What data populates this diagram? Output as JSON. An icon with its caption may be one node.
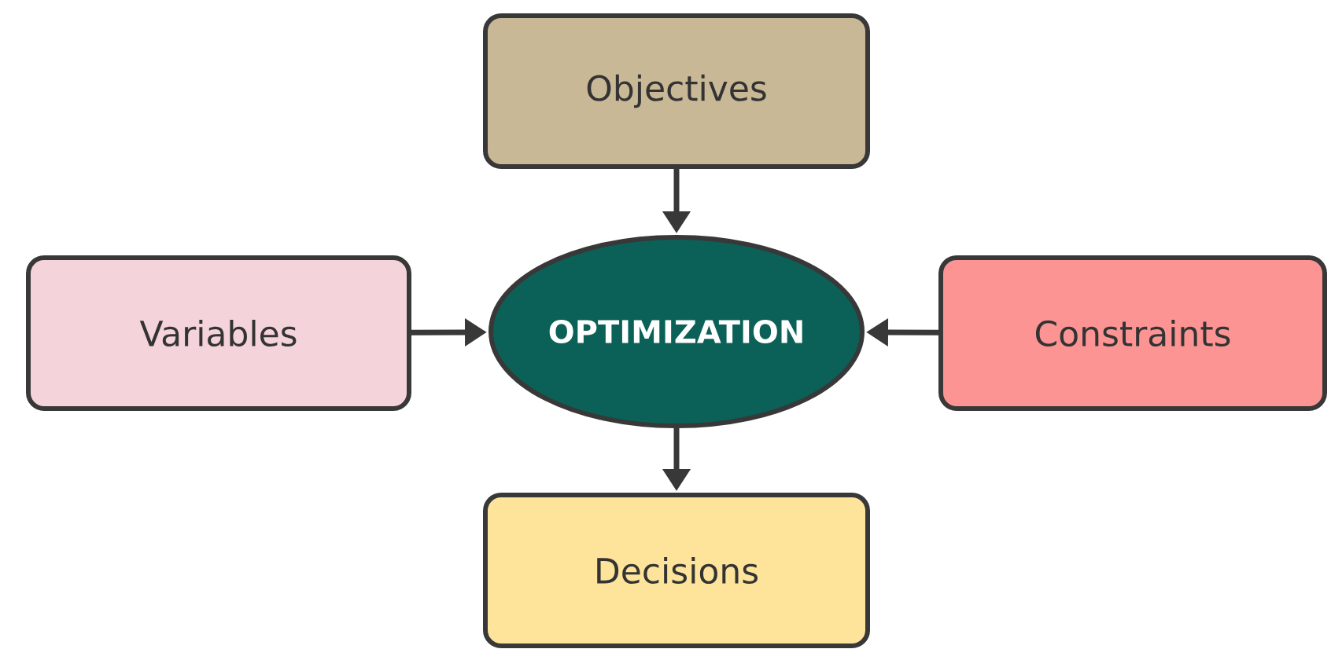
{
  "diagram": {
    "nodes": [
      {
        "text": [
          "Objectives"
        ]
      },
      {
        "text": [
          "Variables"
        ]
      },
      {
        "text": [
          "OPTIMIZATION"
        ]
      },
      {
        "text": [
          "Constraints"
        ]
      },
      {
        "text": [
          "Decisions"
        ]
      }
    ],
    "edges": [
      {
        "from": 0,
        "to": 2,
        "arrow": "to"
      },
      {
        "from": 1,
        "to": 2,
        "arrow": "to"
      },
      {
        "from": 3,
        "to": 2,
        "arrow": "to"
      },
      {
        "from": 2,
        "to": 4,
        "arrow": "to"
      }
    ]
  }
}
